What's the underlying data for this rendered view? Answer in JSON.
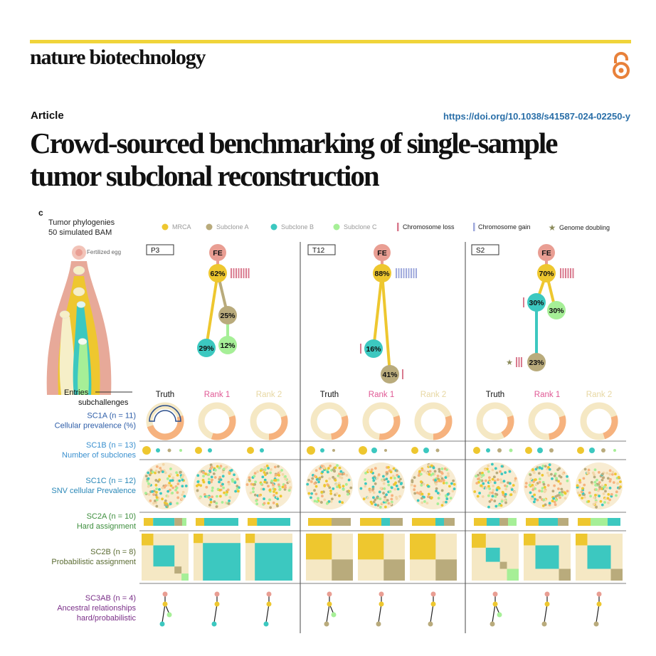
{
  "header": {
    "journal": "nature biotechnology",
    "article_type": "Article",
    "doi": "https://doi.org/10.1038/s41587-024-02250-y"
  },
  "title": "Crowd-sourced benchmarking of single-sample tumor subclonal reconstruction",
  "figure": {
    "panel_label": "c",
    "panel_title": [
      "Tumor phylogenies",
      "50 simulated BAM"
    ],
    "fertilized_egg_label": "Fertilized egg",
    "legend": {
      "mrca": "MRCA",
      "subclone_a": "Subclone A",
      "subclone_b": "Subclone B",
      "subclone_c": "Subclone C",
      "chromosome_loss": "Chromosome loss",
      "chromosome_gain": "Chromosome gain",
      "genome_doubling": "Genome doubling"
    },
    "colors": {
      "mrca": "#eec72f",
      "subclone_a": "#b9ab7c",
      "subclone_b": "#3cc8c0",
      "subclone_c": "#a6ef97",
      "fe": "#e99e93",
      "loss": "#d97b8f",
      "gain": "#9fa9dc",
      "cream": "#f5e8c4",
      "peach": "#f6b27e",
      "rank1": "#e05a95",
      "rank2": "#e7d7a2"
    },
    "tumors": [
      {
        "label": "P3",
        "fe": "FE",
        "mrca": "62%",
        "a": "25%",
        "b": "29%",
        "c": "12%"
      },
      {
        "label": "T12",
        "fe": "FE",
        "mrca": "88%",
        "b": "16%",
        "a": "41%"
      },
      {
        "label": "S2",
        "fe": "FE",
        "mrca": "70%",
        "b": "30%",
        "c": "30%",
        "a": "23%"
      }
    ],
    "entries_label": [
      "Entries",
      "subchallenges"
    ],
    "columns": [
      "Truth",
      "Rank 1",
      "Rank 2"
    ],
    "rows": [
      {
        "code": "SC1A",
        "n": "(n = 11)",
        "desc": "Cellular prevalence (%)"
      },
      {
        "code": "SC1B",
        "n": "(n = 13)",
        "desc": "Number of subclones"
      },
      {
        "code": "SC1C",
        "n": "(n = 12)",
        "desc": "SNV cellular Prevalence"
      },
      {
        "code": "SC2A",
        "n": "(n = 10)",
        "desc": "Hard assignment"
      },
      {
        "code": "SC2B",
        "n": "(n = 8)",
        "desc": "Probabilistic assignment"
      },
      {
        "code": "SC3AB",
        "n": "(n = 4)",
        "desc": "Ancestral relationships",
        "desc2": "hard/probabilistic"
      }
    ],
    "row_colors": [
      "#2d5da8",
      "#3a90cf",
      "#2a88b8",
      "#3f8f3f",
      "#5a6b32",
      "#7a2f88"
    ]
  }
}
